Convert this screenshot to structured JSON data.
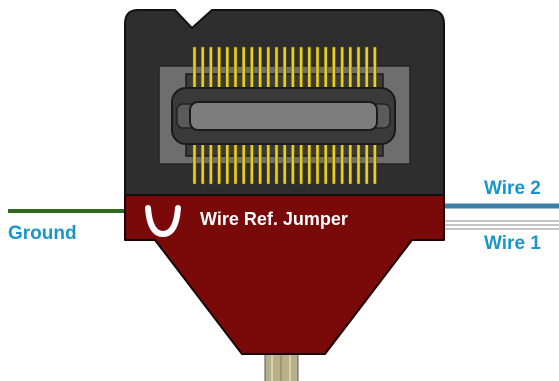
{
  "labels": {
    "ground": "Ground",
    "wire1": "Wire 1",
    "wire2": "Wire 2",
    "jumper": "Wire Ref. Jumper"
  },
  "colors": {
    "background": "#ffffff",
    "label_blue": "#1a96c8",
    "ground_wire": "#2e6a1e",
    "wire2": "#3e7fa6",
    "wire1_outline": "#8a8a8a",
    "housing_dark": "#2e2e2e",
    "housing_outline": "#111111",
    "connector_frame": "#6e6e6e",
    "connector_slot": "#3a3a3a",
    "connector_bar": "#7d7d7d",
    "pins": "#e8d020",
    "jumper_red": "#7a0a0a",
    "ribbon": "#b7b08a"
  },
  "icons": {
    "jumper_loop": "u-loop-icon"
  }
}
